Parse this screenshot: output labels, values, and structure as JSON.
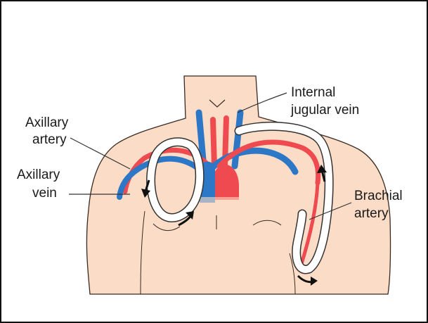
{
  "labels": {
    "internal_jugular_line1": "Internal",
    "internal_jugular_line2": "jugular vein",
    "axillary_artery_line1": "Axillary",
    "axillary_artery_line2": "artery",
    "axillary_vein_line1": "Axillary",
    "axillary_vein_line2": "vein",
    "brachial_artery_line1": "Brachial",
    "brachial_artery_line2": "artery"
  },
  "colors": {
    "skin": "#fbdcc6",
    "skin_outline": "#3a2a22",
    "vein": "#2c78c6",
    "artery": "#ef4a4f",
    "graft_fill": "#ffffff",
    "graft_outline": "#333333",
    "arrow": "#111111"
  }
}
